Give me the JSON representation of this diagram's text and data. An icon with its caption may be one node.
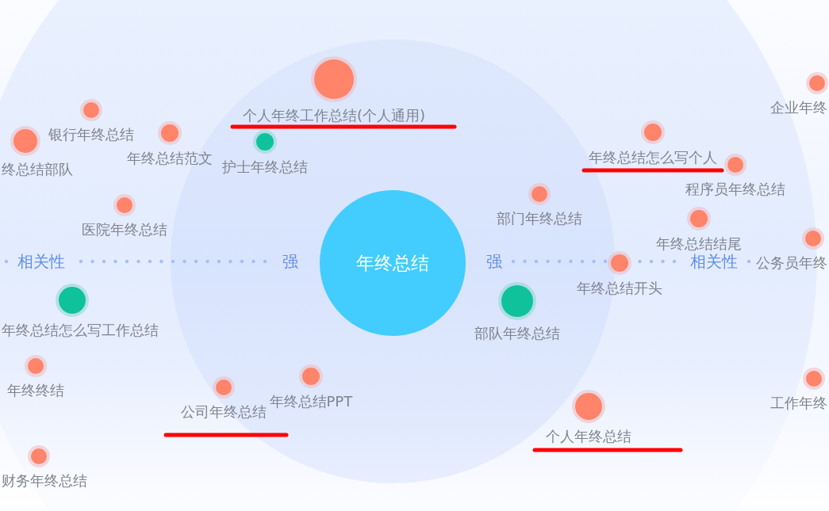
{
  "diagram": {
    "nodes": [
      {
        "text": [
          "个人年终工作总结(个人通用)"
        ]
      },
      {
        "text": [
          "企业年终"
        ]
      },
      {
        "text": [
          "银行年终总结"
        ]
      },
      {
        "text": [
          "年终总结怎么写个人"
        ]
      },
      {
        "text": [
          "年终总结范文"
        ]
      },
      {
        "text": [
          "护士年终总结"
        ]
      },
      {
        "text": [
          "终总结部队"
        ]
      },
      {
        "text": [
          "程序员年终总结"
        ]
      },
      {
        "text": [
          "部门年终总结"
        ]
      },
      {
        "text": [
          "医院年终总结"
        ]
      },
      {
        "text": [
          "年终总结结尾"
        ]
      },
      {
        "text": [
          "公务员年终"
        ]
      },
      {
        "text": [
          "年终总结"
        ]
      },
      {
        "text": [
          "年终总结开头"
        ]
      },
      {
        "text": [
          "年终总结怎么写工作总结"
        ]
      },
      {
        "text": [
          "部队年终总结"
        ]
      },
      {
        "text": [
          "年终终结"
        ]
      },
      {
        "text": [
          "年终总结PPT"
        ]
      },
      {
        "text": [
          "工作年终"
        ]
      },
      {
        "text": [
          "公司年终总结"
        ]
      },
      {
        "text": [
          "个人年终总结"
        ]
      },
      {
        "text": [
          "财务年终总结"
        ]
      }
    ],
    "labels": [
      "相关性",
      "强",
      "强",
      "相关性"
    ]
  }
}
